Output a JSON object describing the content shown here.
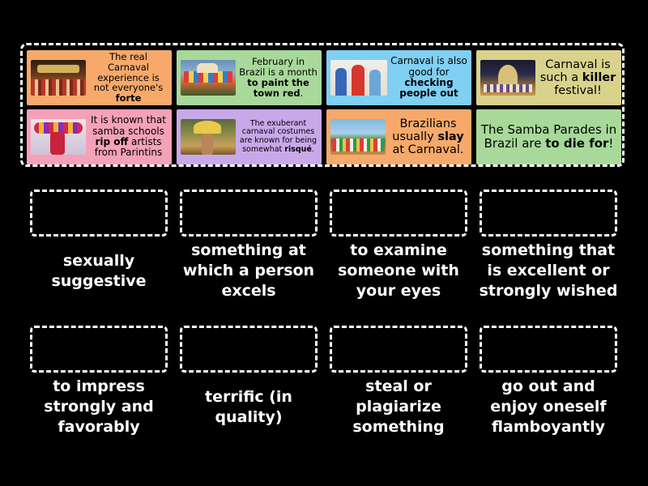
{
  "cards": [
    {
      "id": "c1",
      "color": "#f6a96a",
      "pre": "The real Carnaval experience is not everyone's ",
      "bold": "forte",
      "post": "",
      "img": "crowd-photo"
    },
    {
      "id": "c2",
      "color": "#a8d99a",
      "pre": "February in Brazil is a month ",
      "bold": "to paint the town red",
      "post": ".",
      "img": "parade-photo"
    },
    {
      "id": "c3",
      "color": "#7fd0f2",
      "pre": "Carnaval is also good for ",
      "bold": "checking people out",
      "post": "",
      "img": "people-photo"
    },
    {
      "id": "c4",
      "color": "#d8d28d",
      "pre": "Carnaval is such a ",
      "bold": "killer",
      "post": " festival!",
      "img": "float-photo"
    },
    {
      "id": "c5",
      "color": "#f5a1b8",
      "pre": "It is known that samba schools ",
      "bold": "rip off",
      "post": " artists from Parintins",
      "img": "costume-photo"
    },
    {
      "id": "c6",
      "color": "#c9a8ea",
      "pre": "The exuberant carnaval costumes are known for being somewhat ",
      "bold": "risqué",
      "post": ".",
      "img": "dancer-photo"
    },
    {
      "id": "c7",
      "color": "#f6a96a",
      "pre": "Brazilians usually ",
      "bold": "slay",
      "post": " at Carnaval.",
      "img": "street-photo"
    },
    {
      "id": "c8",
      "color": "#a8d99a",
      "pre": "The Samba Parades in Brazil are ",
      "bold": "to die for",
      "post": "!",
      "img": ""
    }
  ],
  "definitions": [
    "sexually suggestive",
    "something at which a person excels",
    "to examine someone with your eyes",
    "something that is excellent or strongly wished",
    "to impress strongly and favorably",
    "terrific (in quality)",
    "steal or plagiarize something",
    "go out and enjoy oneself flamboyantly"
  ]
}
